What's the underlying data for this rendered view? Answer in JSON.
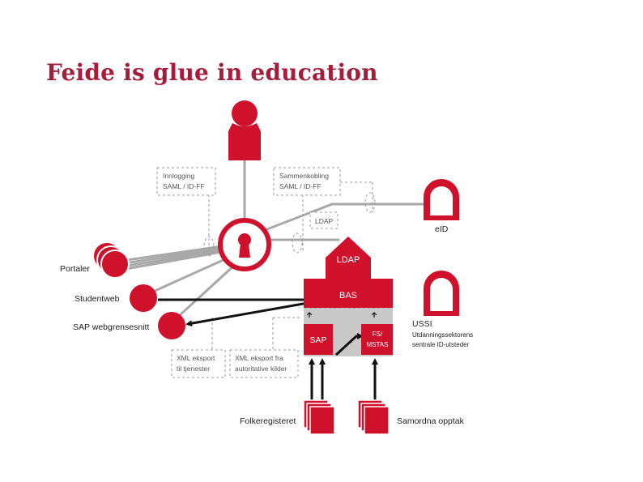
{
  "title": "Feide is glue in education",
  "diagram": {
    "nodes": {
      "portaler": "Portaler",
      "studentweb": "Studentweb",
      "sap_web": "SAP webgrensesnitt",
      "ldap": "LDAP",
      "bas": "BAS",
      "sap": "SAP",
      "fs_line1": "FS/",
      "fs_line2": "MSTAS",
      "eid": "eID",
      "ussi": "USSI",
      "ussi_desc_line1": "Utdanningssektorens",
      "ussi_desc_line2": "sentrale ID-utsteder",
      "folkeregisteret": "Folkeregisteret",
      "samordna": "Samordna opptak"
    },
    "notes": {
      "innlogging_line1": "Innlogging",
      "innlogging_line2": "SAML / ID-FF",
      "sammenkobling_line1": "Sammenkobling",
      "sammenkobling_line2": "SAML / ID-FF",
      "ldap_note": "LDAP",
      "xml1_line1": "XML eksport",
      "xml1_line2": "til tjenester",
      "xml2_line1": "XML eksport fra",
      "xml2_line2": "autoritative kilder"
    },
    "icons": {
      "user": "person-icon",
      "feide": "keyhole-icon",
      "eid": "arch-icon",
      "ussi": "arch-icon"
    },
    "colors": {
      "red": "#d0112b",
      "grey_line": "#a8a8a8",
      "black_line": "#111111",
      "grey_box": "#c8c8c8",
      "title": "#a51d3b"
    }
  }
}
